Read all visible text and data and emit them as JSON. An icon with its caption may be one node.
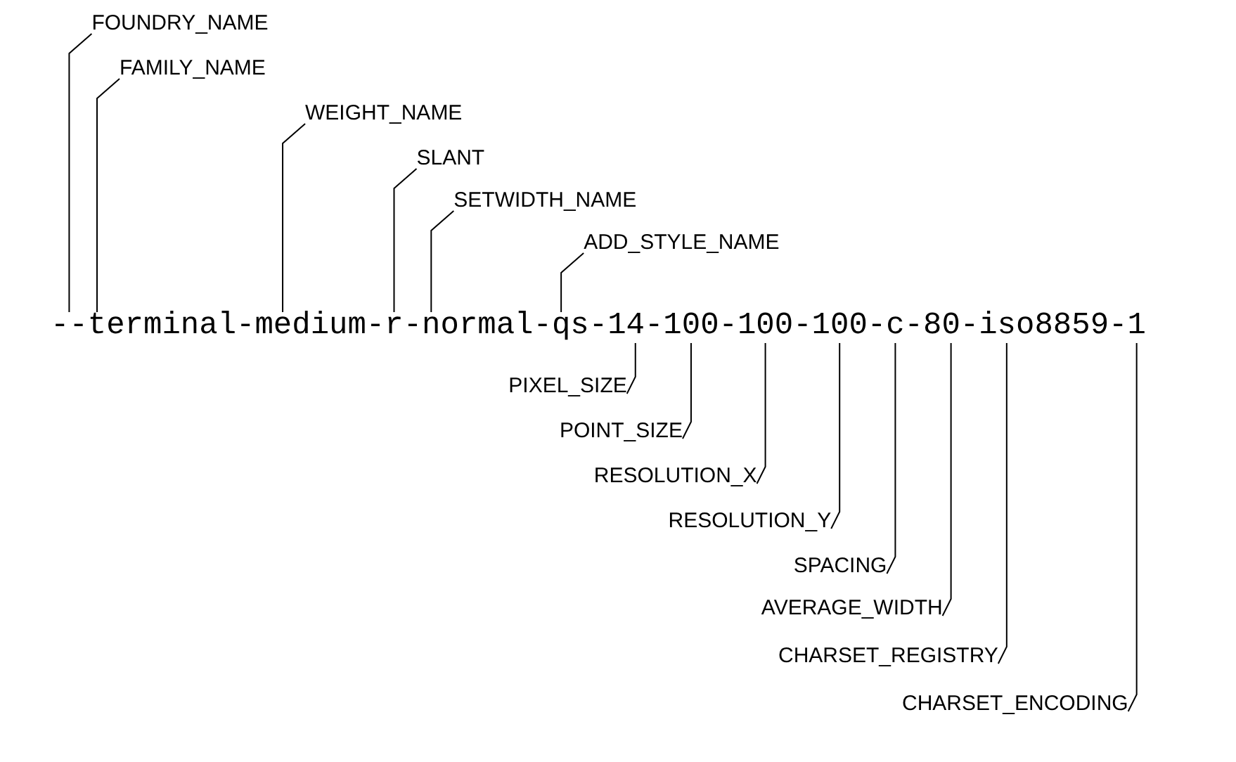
{
  "diagram": {
    "nodes": [
      {
        "text": [
          "FOUNDRY_NAME"
        ]
      },
      {
        "text": [
          "FAMILY_NAME"
        ]
      },
      {
        "text": [
          "WEIGHT_NAME"
        ]
      },
      {
        "text": [
          "SLANT"
        ]
      },
      {
        "text": [
          "SETWIDTH_NAME"
        ]
      },
      {
        "text": [
          "ADD_STYLE_NAME"
        ]
      },
      {
        "text": [
          "--terminal-medium-r-normal-qs-14-100-100-100-c-80-iso8859-1"
        ]
      },
      {
        "text": [
          "PIXEL_SIZE"
        ]
      },
      {
        "text": [
          "POINT_SIZE"
        ]
      },
      {
        "text": [
          "RESOLUTION_X"
        ]
      },
      {
        "text": [
          "RESOLUTION_Y"
        ]
      },
      {
        "text": [
          "SPACING"
        ]
      },
      {
        "text": [
          "AVERAGE_WIDTH"
        ]
      },
      {
        "text": [
          "CHARSET_REGISTRY"
        ]
      },
      {
        "text": [
          "CHARSET_ENCODING"
        ]
      }
    ],
    "edges": [
      {
        "from": 0,
        "to": 6,
        "arrow": "none"
      },
      {
        "from": 1,
        "to": 6,
        "arrow": "none"
      },
      {
        "from": 2,
        "to": 6,
        "arrow": "none"
      },
      {
        "from": 3,
        "to": 6,
        "arrow": "none"
      },
      {
        "from": 4,
        "to": 6,
        "arrow": "none"
      },
      {
        "from": 5,
        "to": 6,
        "arrow": "none"
      },
      {
        "from": 7,
        "to": 6,
        "arrow": "none"
      },
      {
        "from": 8,
        "to": 6,
        "arrow": "none"
      },
      {
        "from": 9,
        "to": 6,
        "arrow": "none"
      },
      {
        "from": 10,
        "to": 6,
        "arrow": "none"
      },
      {
        "from": 11,
        "to": 6,
        "arrow": "none"
      },
      {
        "from": 12,
        "to": 6,
        "arrow": "none"
      },
      {
        "from": 13,
        "to": 6,
        "arrow": "none"
      },
      {
        "from": 14,
        "to": 6,
        "arrow": "none"
      }
    ]
  }
}
